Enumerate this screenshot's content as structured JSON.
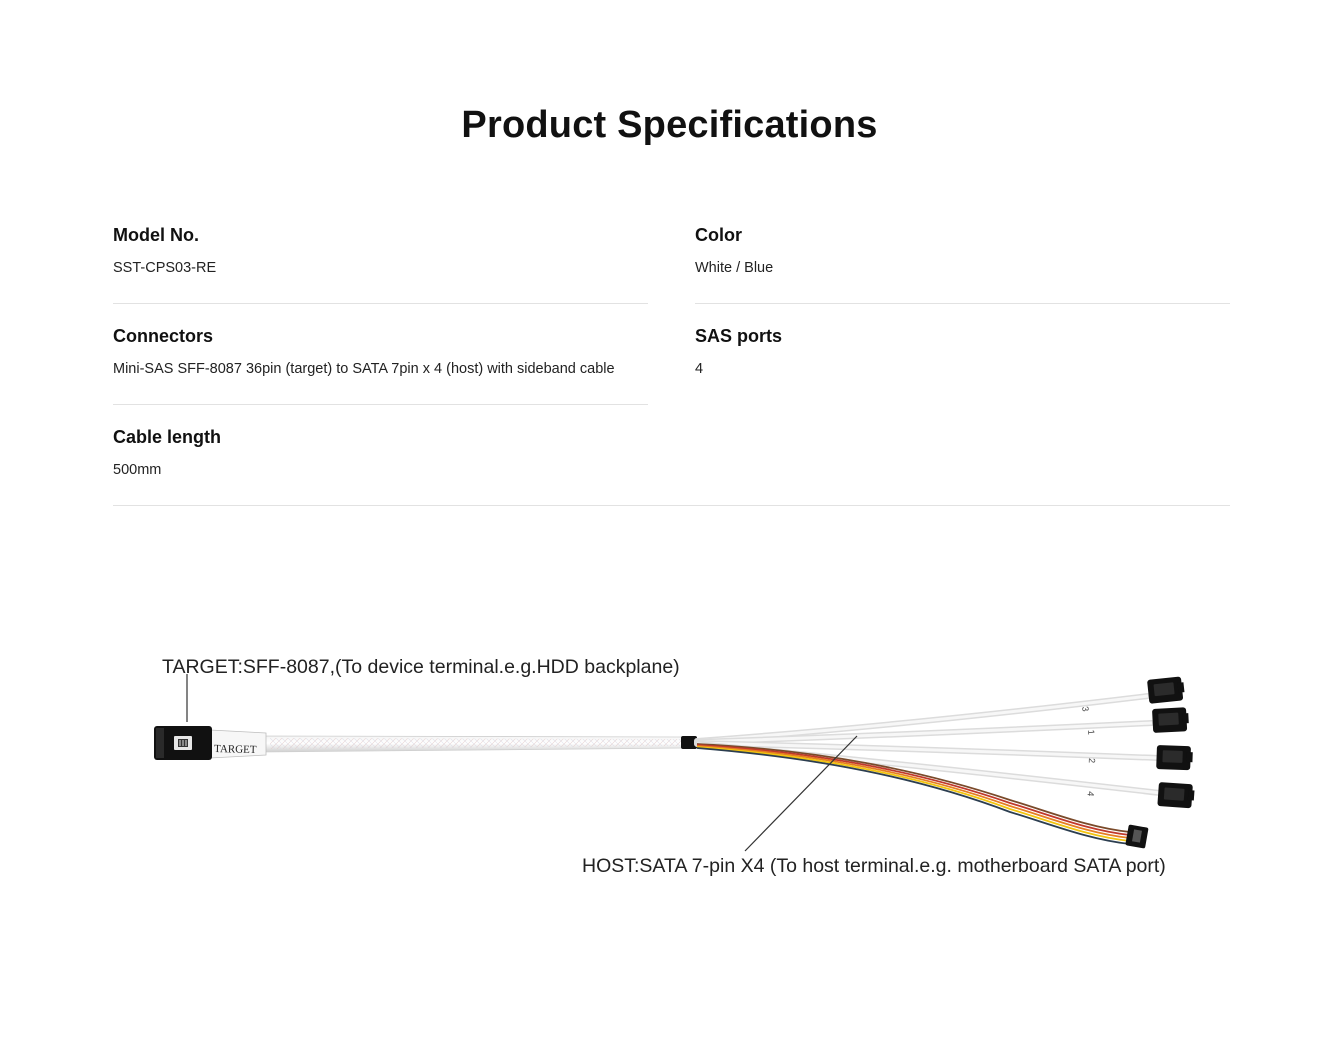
{
  "title": "Product Specifications",
  "specs": {
    "model": {
      "label": "Model No.",
      "value": "SST-CPS03-RE"
    },
    "color": {
      "label": "Color",
      "value": "White / Blue"
    },
    "connectors": {
      "label": "Connectors",
      "value": "Mini-SAS SFF-8087 36pin (target) to SATA 7pin x 4 (host) with sideband cable"
    },
    "sas_ports": {
      "label": "SAS ports",
      "value": "4"
    },
    "cable_length": {
      "label": "Cable length",
      "value": "500mm"
    }
  },
  "diagram": {
    "target_callout": "TARGET:SFF-8087,(To device terminal.e.g.HDD backplane)",
    "host_callout": "HOST:SATA 7-pin X4 (To host terminal.e.g. motherboard SATA port)",
    "target_sleeve_label": "TARGET",
    "port_numbers": [
      "3",
      "1",
      "2",
      "4"
    ]
  }
}
